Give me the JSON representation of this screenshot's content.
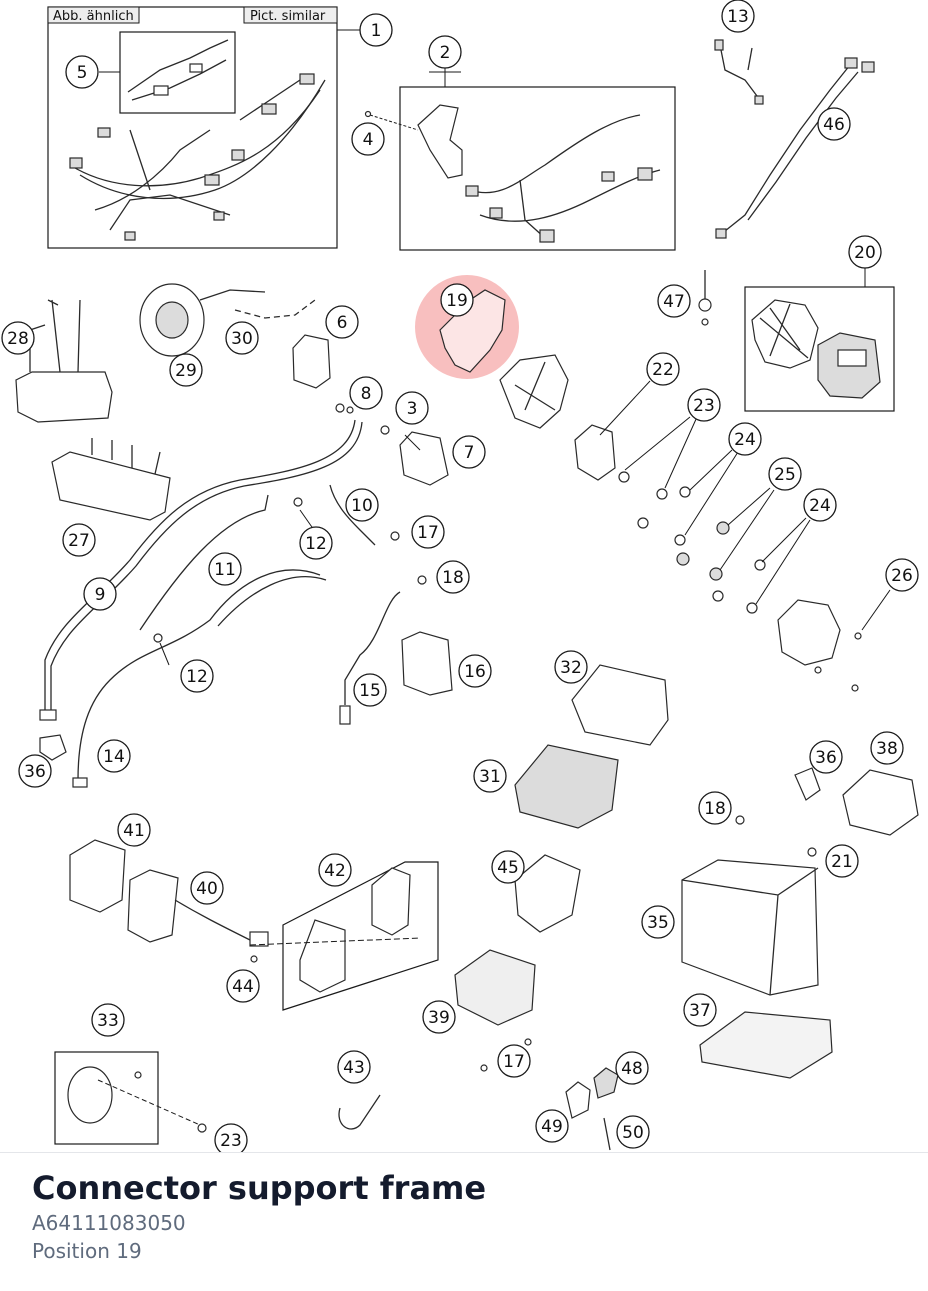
{
  "diagram": {
    "tag_de": "Abb. ähnlich",
    "tag_en": "Pict. similar",
    "callouts": [
      "1",
      "2",
      "3",
      "4",
      "5",
      "6",
      "7",
      "8",
      "9",
      "10",
      "11",
      "12",
      "12",
      "13",
      "14",
      "15",
      "16",
      "17",
      "17",
      "18",
      "18",
      "19",
      "20",
      "21",
      "22",
      "23",
      "23",
      "24",
      "24",
      "25",
      "26",
      "27",
      "28",
      "29",
      "30",
      "31",
      "32",
      "33",
      "35",
      "36",
      "36",
      "37",
      "38",
      "39",
      "40",
      "41",
      "42",
      "43",
      "44",
      "45",
      "46",
      "47",
      "48",
      "49",
      "50"
    ],
    "highlighted_callout": "19",
    "highlight_color": "#f28b8b",
    "line_color": "#1a1a1a"
  },
  "footer": {
    "title": "Connector support frame",
    "part_number": "A64111083050",
    "position": "Position 19"
  }
}
